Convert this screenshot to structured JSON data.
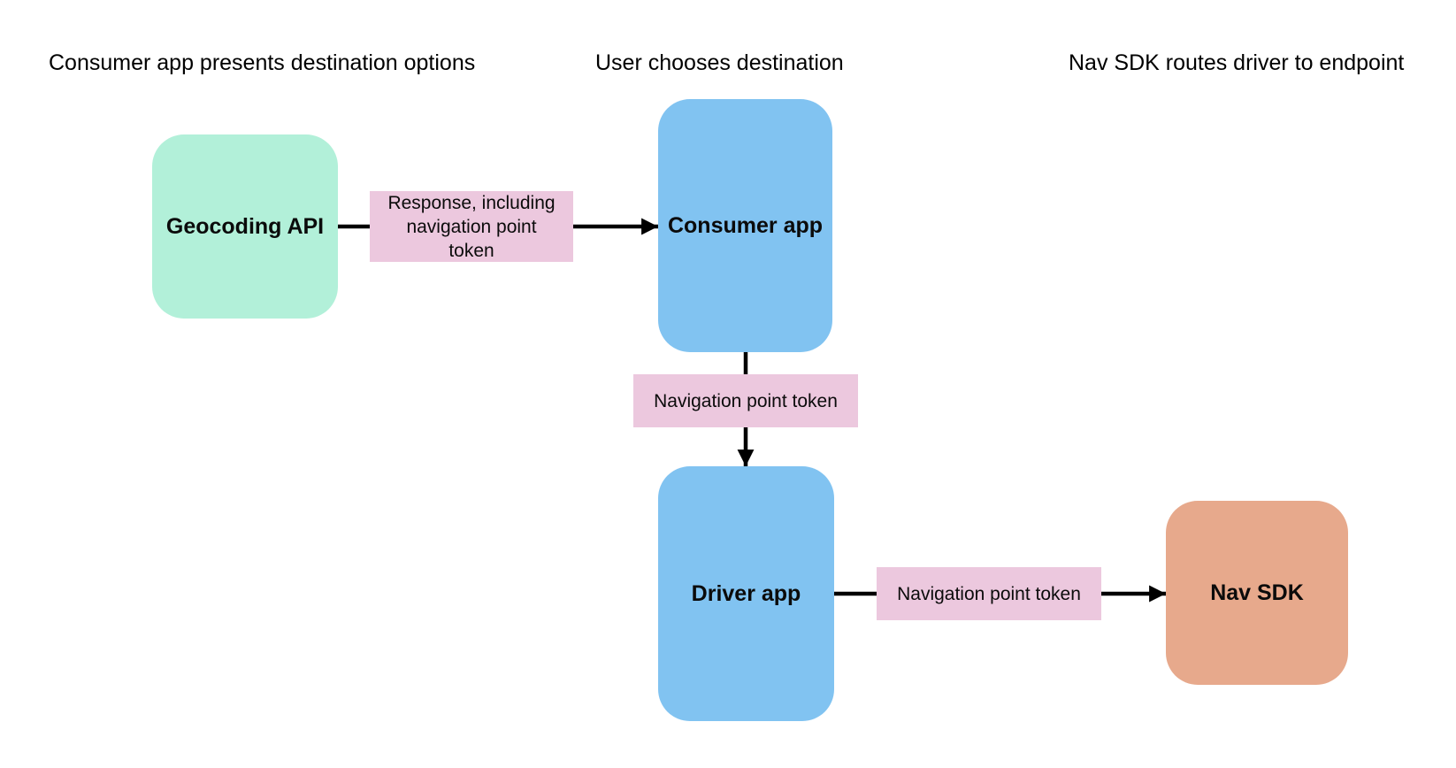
{
  "diagram": {
    "stages": [
      {
        "label": "Consumer app presents destination options"
      },
      {
        "label": "User chooses destination"
      },
      {
        "label": "Nav SDK routes driver to endpoint"
      }
    ],
    "nodes": [
      {
        "id": "geocoding-api",
        "label": "Geocoding API",
        "fill": "#b2f0d9"
      },
      {
        "id": "consumer-app",
        "label": "Consumer app",
        "fill": "#81c3f1"
      },
      {
        "id": "driver-app",
        "label": "Driver app",
        "fill": "#81c3f1"
      },
      {
        "id": "nav-sdk",
        "label": "Nav SDK",
        "fill": "#e7a98c"
      }
    ],
    "edges": [
      {
        "from": "geocoding-api",
        "to": "consumer-app",
        "label": "Response, including navigation point token"
      },
      {
        "from": "consumer-app",
        "to": "driver-app",
        "label": "Navigation point token"
      },
      {
        "from": "driver-app",
        "to": "nav-sdk",
        "label": "Navigation point token"
      }
    ],
    "colors": {
      "background": "#ffffff",
      "node_green": "#b2f0d9",
      "node_blue": "#81c3f1",
      "node_orange": "#e7a98c",
      "edge_label_pink": "#ecc8de",
      "arrow": "#000000",
      "text": "#000000"
    }
  }
}
